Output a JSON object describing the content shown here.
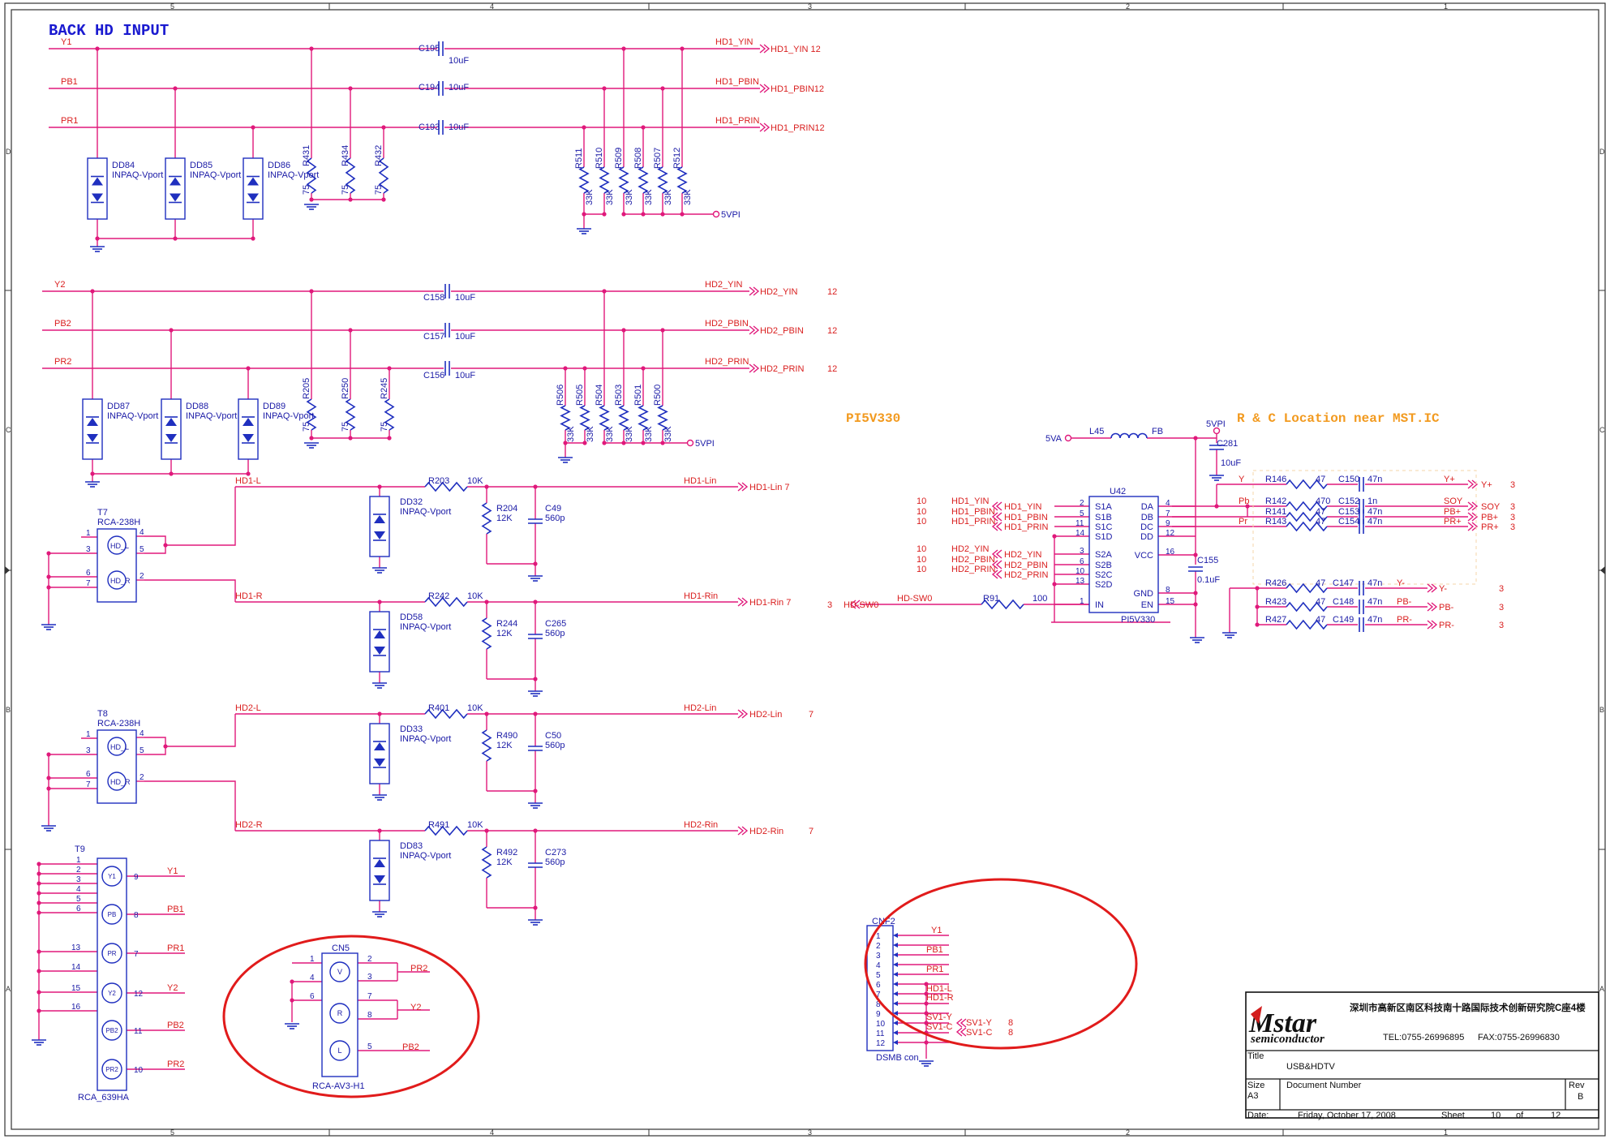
{
  "heading": "BACK HD INPUT",
  "note_pi5v330": "PI5V330",
  "note_rc": "R & C Location near MST.IC",
  "frame": {
    "cols_top": [
      "5",
      "4",
      "3",
      "2",
      "1"
    ],
    "rows_side": [
      "D",
      "C",
      "B",
      "A"
    ]
  },
  "sec1": {
    "nets": [
      "Y1",
      "PB1",
      "PR1"
    ],
    "caps": [
      "C195",
      "C194",
      "C193"
    ],
    "cap_val": "10uF",
    "outs": [
      "HD1_YIN",
      "HD1_PBIN",
      "HD1_PRIN"
    ],
    "out_refs": [
      "HD1_YIN 12",
      "HD1_PBIN12",
      "HD1_PRIN12"
    ],
    "diodes": [
      "DD84",
      "DD85",
      "DD86"
    ],
    "diode_val": "INPAQ-Vport",
    "term_res": [
      "R431",
      "R434",
      "R432"
    ],
    "term_val": "75",
    "bias_res": [
      "R511",
      "R510",
      "R509",
      "R508",
      "R507",
      "R512"
    ],
    "bias_val": "33K",
    "supply": "5VPI"
  },
  "sec2": {
    "nets": [
      "Y2",
      "PB2",
      "PR2"
    ],
    "caps": [
      "C158",
      "C157",
      "C156"
    ],
    "cap_val": "10uF",
    "outs": [
      "HD2_YIN",
      "HD2_PBIN",
      "HD2_PRIN"
    ],
    "out_refs": [
      "HD2_YIN",
      "HD2_PBIN",
      "HD2_PRIN"
    ],
    "sheet_ref": "12",
    "diodes": [
      "DD87",
      "DD88",
      "DD89"
    ],
    "diode_val": "INPAQ-Vport",
    "term_res": [
      "R205",
      "R250",
      "R245"
    ],
    "term_val": "75",
    "bias_res": [
      "R506",
      "R505",
      "R504",
      "R503",
      "R501",
      "R500"
    ],
    "bias_val": "33K",
    "supply": "5VPI"
  },
  "audio": [
    {
      "net": "HD1-L",
      "res": "R203",
      "rval": "10K",
      "diode": "DD32",
      "pres": "R204",
      "pval": "12K",
      "cap": "C49",
      "cval": "560p",
      "out": "HD1-Lin",
      "ref": "HD1-Lin 7"
    },
    {
      "net": "HD1-R",
      "res": "R242",
      "rval": "10K",
      "diode": "DD58",
      "pres": "R244",
      "pval": "12K",
      "cap": "C265",
      "cval": "560p",
      "out": "HD1-Rin",
      "ref": "HD1-Rin  7"
    },
    {
      "net": "HD2-L",
      "res": "R401",
      "rval": "10K",
      "diode": "DD33",
      "pres": "R490",
      "pval": "12K",
      "cap": "C50",
      "cval": "560p",
      "out": "HD2-Lin",
      "ref": "HD2-Lin"
    },
    {
      "net": "HD2-R",
      "res": "R491",
      "rval": "10K",
      "diode": "DD83",
      "pres": "R492",
      "pval": "12K",
      "cap": "C273",
      "cval": "560p",
      "out": "HD2-Rin",
      "ref": "HD2-Rin"
    }
  ],
  "audio_sheet": "7",
  "diode_val": "INPAQ-Vport",
  "t7": {
    "ref": "T7",
    "part": "RCA-238H",
    "pins_left": [
      "1",
      "3",
      "6",
      "7"
    ],
    "pins_right": [
      "4",
      "5",
      "2"
    ],
    "jacks": [
      "HD_L",
      "HD_R"
    ]
  },
  "t8": {
    "ref": "T8",
    "part": "RCA-238H",
    "pins_left": [
      "1",
      "3",
      "6",
      "7"
    ],
    "pins_right": [
      "4",
      "5",
      "2"
    ],
    "jacks": [
      "HD_L",
      "HD_R"
    ]
  },
  "t9": {
    "ref": "T9",
    "part": "RCA_639HA",
    "pins_left": [
      "1",
      "2",
      "3",
      "4",
      "5",
      "6",
      "13",
      "14",
      "15",
      "16"
    ],
    "pins_right": [
      "9",
      "8",
      "7",
      "12",
      "11",
      "10"
    ],
    "jacks": [
      "Y1",
      "PB",
      "PR",
      "Y2",
      "PB2",
      "PR2"
    ],
    "nets": [
      "Y1",
      "PB1",
      "PR1",
      "Y2",
      "PB2",
      "PR2"
    ]
  },
  "cn5": {
    "ref": "CN5",
    "part": "RCA-AV3-H1",
    "pins_left": [
      "1",
      "4",
      "6"
    ],
    "pins_right": [
      "2",
      "3",
      "7",
      "8",
      "5"
    ],
    "jacks": [
      "V",
      "R",
      "L"
    ],
    "nets": [
      "PR2",
      "Y2",
      "PB2"
    ]
  },
  "cnf2": {
    "ref": "CNF2",
    "part": "DSMB con",
    "pins": [
      "1",
      "2",
      "3",
      "4",
      "5",
      "6",
      "7",
      "8",
      "9",
      "10",
      "11",
      "12"
    ],
    "nets": [
      "Y1",
      "PB1",
      "PR1",
      "HD1-L",
      "HD1-R",
      "SV1-Y",
      "SV1-C"
    ],
    "refs": [
      "SV1-Y",
      "SV1-C"
    ],
    "sheet": "8"
  },
  "u42": {
    "ref": "U42",
    "part": "PI5V330",
    "left_pins": [
      {
        "n": "2",
        "name": "S1A",
        "net": "HD1_YIN"
      },
      {
        "n": "5",
        "name": "S1B",
        "net": "HD1_PBIN"
      },
      {
        "n": "11",
        "name": "S1C",
        "net": "HD1_PRIN"
      },
      {
        "n": "14",
        "name": "S1D",
        "net": ""
      },
      {
        "n": "3",
        "name": "S2A",
        "net": "HD2_YIN"
      },
      {
        "n": "6",
        "name": "S2B",
        "net": "HD2_PBIN"
      },
      {
        "n": "10",
        "name": "S2C",
        "net": "HD2_PRIN"
      },
      {
        "n": "13",
        "name": "S2D",
        "net": ""
      },
      {
        "n": "1",
        "name": "IN",
        "net": ""
      }
    ],
    "right_pins": [
      {
        "n": "4",
        "name": "DA"
      },
      {
        "n": "7",
        "name": "DB"
      },
      {
        "n": "9",
        "name": "DC"
      },
      {
        "n": "12",
        "name": "DD"
      },
      {
        "n": "16",
        "name": "VCC"
      },
      {
        "n": "8",
        "name": "GND"
      },
      {
        "n": "15",
        "name": "EN"
      }
    ],
    "offsheet": [
      "10",
      "10",
      "10",
      "10",
      "10",
      "10"
    ],
    "hd_sw": "HD-SW0",
    "hd_sw_ref": "3",
    "r91": "R91",
    "r91_val": "100",
    "l45": "L45",
    "l45_val": "FB",
    "src": "5VA",
    "vpi": "5VPI",
    "c281": "C281",
    "c281_val": "10uF",
    "c155": "C155",
    "c155_val": "0.1uF"
  },
  "outputs_top": [
    {
      "sig": "Y",
      "res": "R146",
      "rval": "47",
      "cap": "C150",
      "cval": "47n",
      "out": "Y+",
      "sheet": "3"
    },
    {
      "sig": "Pb",
      "res": "R142",
      "rval": "470",
      "cap": "C152",
      "cval": "1n",
      "out": "SOY",
      "sheet": "3"
    },
    {
      "sig": "",
      "res": "R141",
      "rval": "47",
      "cap": "C153",
      "cval": "47n",
      "out": "PB+",
      "sheet": "3"
    },
    {
      "sig": "Pr",
      "res": "R143",
      "rval": "47",
      "cap": "C154",
      "cval": "47n",
      "out": "PR+",
      "sheet": "3"
    }
  ],
  "outputs_bottom": [
    {
      "res": "R426",
      "rval": "47",
      "cap": "C147",
      "cval": "47n",
      "out": "Y-",
      "sheet": "3"
    },
    {
      "res": "R423",
      "rval": "47",
      "cap": "C148",
      "cval": "47n",
      "out": "PB-",
      "sheet": "3"
    },
    {
      "res": "R427",
      "rval": "47",
      "cap": "C149",
      "cval": "47n",
      "out": "PR-",
      "sheet": "3"
    }
  ],
  "title_block": {
    "logo_main": "Mstar",
    "logo_sub": "semiconductor",
    "address": "深圳市高新区南区科技南十路国际技术创新研究院C座4楼",
    "tel": "TEL:0755-26996895",
    "fax": "FAX:0755-26996830",
    "title_label": "Title",
    "title": "USB&HDTV",
    "size_label": "Size",
    "size": "A3",
    "docnum_label": "Document Number",
    "rev_label": "Rev",
    "rev": "B",
    "date_label": "Date:",
    "date": "Friday, October 17, 2008",
    "sheet_label": "Sheet",
    "sheet": "10",
    "of_label": "of",
    "total": "12"
  }
}
